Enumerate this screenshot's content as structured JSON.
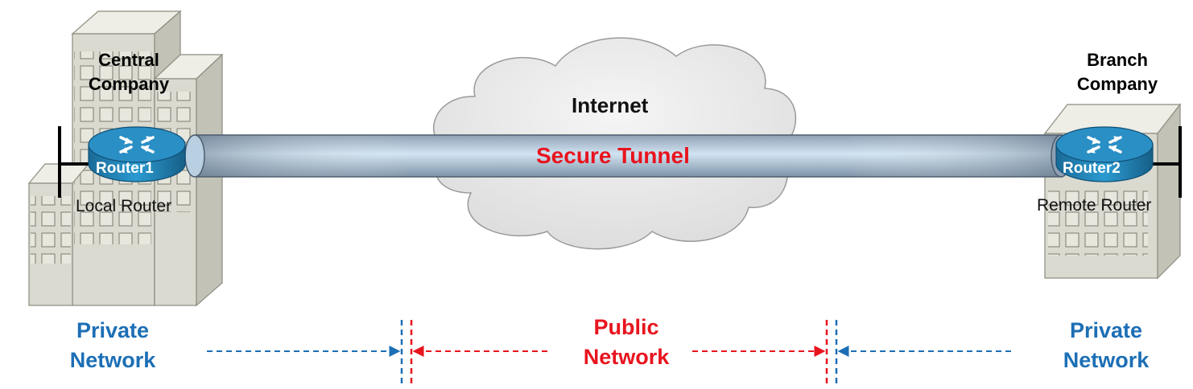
{
  "central_building": {
    "line1": "Central",
    "line2": "Company"
  },
  "branch_building": {
    "line1": "Branch",
    "line2": "Company"
  },
  "cloud": {
    "label": "Internet"
  },
  "tunnel": {
    "label": "Secure Tunnel"
  },
  "router1": {
    "name": "Router1",
    "caption": "Local Router"
  },
  "router2": {
    "name": "Router2",
    "caption": "Remote Router"
  },
  "left_network": {
    "line1": "Private",
    "line2": "Network"
  },
  "public_network": {
    "line1": "Public",
    "line2": "Network"
  },
  "right_network": {
    "line1": "Private",
    "line2": "Network"
  },
  "colors": {
    "private": "#1c6fb5",
    "public": "#e8141e",
    "tunnel_text": "#e8141e",
    "router": "#1b7fb5",
    "building": "#d9d9cf",
    "cloud": "#e6e6e6"
  }
}
